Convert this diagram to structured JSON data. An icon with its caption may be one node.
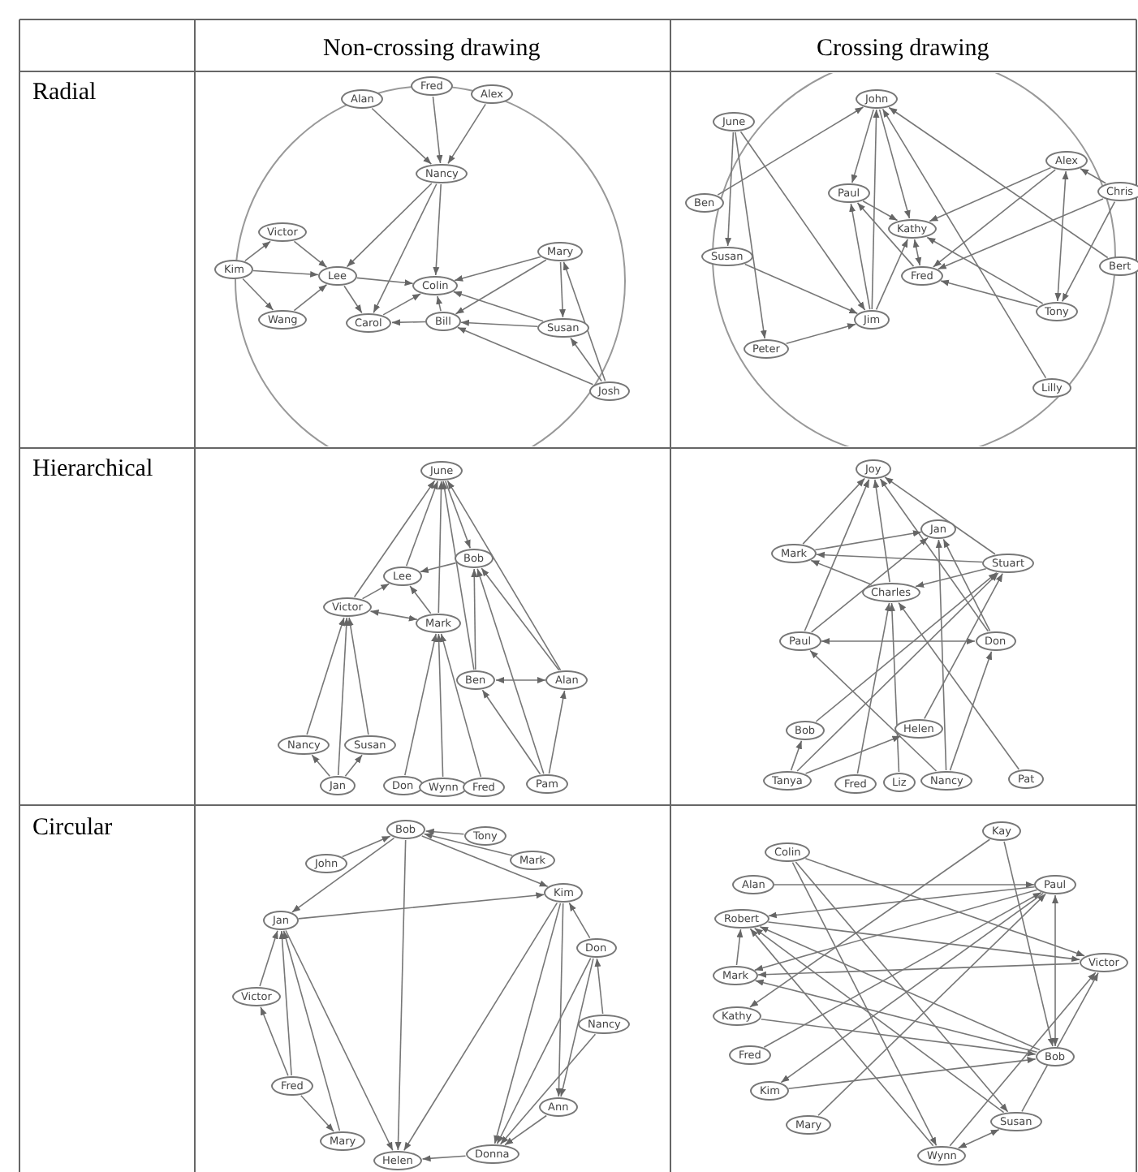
{
  "diagram": {
    "nodes": [
      {
        "text": [
          "Alan"
        ]
      },
      {
        "text": [
          "Fred"
        ]
      },
      {
        "text": [
          "Alex"
        ]
      },
      {
        "text": [
          "Nancy"
        ]
      },
      {
        "text": [
          "Victor"
        ]
      },
      {
        "text": [
          "Kim"
        ]
      },
      {
        "text": [
          "Lee"
        ]
      },
      {
        "text": [
          "Colin"
        ]
      },
      {
        "text": [
          "Mary"
        ]
      },
      {
        "text": [
          "Wang"
        ]
      },
      {
        "text": [
          "Carol"
        ]
      },
      {
        "text": [
          "Bill"
        ]
      },
      {
        "text": [
          "Susan"
        ]
      },
      {
        "text": [
          "Josh"
        ]
      },
      {
        "text": [
          "John"
        ]
      },
      {
        "text": [
          "June"
        ]
      },
      {
        "text": [
          "Alex"
        ]
      },
      {
        "text": [
          "Chris"
        ]
      },
      {
        "text": [
          "Paul"
        ]
      },
      {
        "text": [
          "Ben"
        ]
      },
      {
        "text": [
          "Kathy"
        ]
      },
      {
        "text": [
          "Susan"
        ]
      },
      {
        "text": [
          "Bert"
        ]
      },
      {
        "text": [
          "Fred"
        ]
      },
      {
        "text": [
          "Tony"
        ]
      },
      {
        "text": [
          "Jim"
        ]
      },
      {
        "text": [
          "Peter"
        ]
      },
      {
        "text": [
          "Lilly"
        ]
      },
      {
        "text": [
          "June"
        ]
      },
      {
        "text": [
          "Bob"
        ]
      },
      {
        "text": [
          "Lee"
        ]
      },
      {
        "text": [
          "Victor"
        ]
      },
      {
        "text": [
          "Mark"
        ]
      },
      {
        "text": [
          "Ben"
        ]
      },
      {
        "text": [
          "Alan"
        ]
      },
      {
        "text": [
          "Nancy"
        ]
      },
      {
        "text": [
          "Susan"
        ]
      },
      {
        "text": [
          "Jan"
        ]
      },
      {
        "text": [
          "Don"
        ]
      },
      {
        "text": [
          "Wynn"
        ]
      },
      {
        "text": [
          "Fred"
        ]
      },
      {
        "text": [
          "Pam"
        ]
      },
      {
        "text": [
          "Joy"
        ]
      },
      {
        "text": [
          "Jan"
        ]
      },
      {
        "text": [
          "Mark"
        ]
      },
      {
        "text": [
          "Stuart"
        ]
      },
      {
        "text": [
          "Charles"
        ]
      },
      {
        "text": [
          "Paul"
        ]
      },
      {
        "text": [
          "Don"
        ]
      },
      {
        "text": [
          "Bob"
        ]
      },
      {
        "text": [
          "Helen"
        ]
      },
      {
        "text": [
          "Tanya"
        ]
      },
      {
        "text": [
          "Fred"
        ]
      },
      {
        "text": [
          "Liz"
        ]
      },
      {
        "text": [
          "Nancy"
        ]
      },
      {
        "text": [
          "Pat"
        ]
      },
      {
        "text": [
          "Bob"
        ]
      },
      {
        "text": [
          "Tony"
        ]
      },
      {
        "text": [
          "Mark"
        ]
      },
      {
        "text": [
          "John"
        ]
      },
      {
        "text": [
          "Kim"
        ]
      },
      {
        "text": [
          "Jan"
        ]
      },
      {
        "text": [
          "Don"
        ]
      },
      {
        "text": [
          "Victor"
        ]
      },
      {
        "text": [
          "Nancy"
        ]
      },
      {
        "text": [
          "Fred"
        ]
      },
      {
        "text": [
          "Ann"
        ]
      },
      {
        "text": [
          "Mary"
        ]
      },
      {
        "text": [
          "Donna"
        ]
      },
      {
        "text": [
          "Helen"
        ]
      },
      {
        "text": [
          "Kay"
        ]
      },
      {
        "text": [
          "Colin"
        ]
      },
      {
        "text": [
          "Alan"
        ]
      },
      {
        "text": [
          "Paul"
        ]
      },
      {
        "text": [
          "Robert"
        ]
      },
      {
        "text": [
          "Victor"
        ]
      },
      {
        "text": [
          "Mark"
        ]
      },
      {
        "text": [
          "Kathy"
        ]
      },
      {
        "text": [
          "Fred"
        ]
      },
      {
        "text": [
          "Bob"
        ]
      },
      {
        "text": [
          "Kim"
        ]
      },
      {
        "text": [
          "Mary"
        ]
      },
      {
        "text": [
          "Susan"
        ]
      },
      {
        "text": [
          "Wynn"
        ]
      }
    ],
    "edges": [
      {
        "from": 0,
        "to": 3,
        "arrow": "to"
      },
      {
        "from": 1,
        "to": 3,
        "arrow": "to"
      },
      {
        "from": 2,
        "to": 3,
        "arrow": "to"
      },
      {
        "from": 3,
        "to": 6,
        "arrow": "to"
      },
      {
        "from": 3,
        "to": 10,
        "arrow": "to"
      },
      {
        "from": 3,
        "to": 7,
        "arrow": "to"
      },
      {
        "from": 5,
        "to": 4,
        "arrow": "to"
      },
      {
        "from": 5,
        "to": 6,
        "arrow": "to"
      },
      {
        "from": 5,
        "to": 9,
        "arrow": "to"
      },
      {
        "from": 4,
        "to": 6,
        "arrow": "to"
      },
      {
        "from": 9,
        "to": 6,
        "arrow": "to"
      },
      {
        "from": 6,
        "to": 7,
        "arrow": "to"
      },
      {
        "from": 6,
        "to": 10,
        "arrow": "to"
      },
      {
        "from": 10,
        "to": 7,
        "arrow": "to"
      },
      {
        "from": 11,
        "to": 10,
        "arrow": "to"
      },
      {
        "from": 11,
        "to": 7,
        "arrow": "to"
      },
      {
        "from": 8,
        "to": 7,
        "arrow": "to"
      },
      {
        "from": 8,
        "to": 11,
        "arrow": "to"
      },
      {
        "from": 8,
        "to": 12,
        "arrow": "to"
      },
      {
        "from": 12,
        "to": 7,
        "arrow": "to"
      },
      {
        "from": 12,
        "to": 11,
        "arrow": "to"
      },
      {
        "from": 13,
        "to": 11,
        "arrow": "to"
      },
      {
        "from": 13,
        "to": 12,
        "arrow": "to"
      },
      {
        "from": 13,
        "to": 8,
        "arrow": "to"
      },
      {
        "from": 19,
        "to": 14,
        "arrow": "to"
      },
      {
        "from": 15,
        "to": 21,
        "arrow": "to"
      },
      {
        "from": 15,
        "to": 26,
        "arrow": "to"
      },
      {
        "from": 15,
        "to": 25,
        "arrow": "to"
      },
      {
        "from": 21,
        "to": 25,
        "arrow": "to"
      },
      {
        "from": 26,
        "to": 25,
        "arrow": "to"
      },
      {
        "from": 14,
        "to": 18,
        "arrow": "to"
      },
      {
        "from": 25,
        "to": 14,
        "arrow": "to"
      },
      {
        "from": 14,
        "to": 20,
        "arrow": "to"
      },
      {
        "from": 27,
        "to": 14,
        "arrow": "to"
      },
      {
        "from": 22,
        "to": 14,
        "arrow": "to"
      },
      {
        "from": 25,
        "to": 18,
        "arrow": "to"
      },
      {
        "from": 25,
        "to": 20,
        "arrow": "to"
      },
      {
        "from": 18,
        "to": 20,
        "arrow": "to"
      },
      {
        "from": 23,
        "to": 18,
        "arrow": "to"
      },
      {
        "from": 20,
        "to": 23,
        "arrow": "both"
      },
      {
        "from": 16,
        "to": 20,
        "arrow": "to"
      },
      {
        "from": 16,
        "to": 23,
        "arrow": "to"
      },
      {
        "from": 16,
        "to": 24,
        "arrow": "both"
      },
      {
        "from": 17,
        "to": 16,
        "arrow": "to"
      },
      {
        "from": 17,
        "to": 23,
        "arrow": "to"
      },
      {
        "from": 17,
        "to": 24,
        "arrow": "to"
      },
      {
        "from": 24,
        "to": 23,
        "arrow": "to"
      },
      {
        "from": 24,
        "to": 20,
        "arrow": "to"
      },
      {
        "from": 31,
        "to": 28,
        "arrow": "to"
      },
      {
        "from": 30,
        "to": 28,
        "arrow": "to"
      },
      {
        "from": 32,
        "to": 28,
        "arrow": "to"
      },
      {
        "from": 33,
        "to": 28,
        "arrow": "to"
      },
      {
        "from": 34,
        "to": 28,
        "arrow": "to"
      },
      {
        "from": 28,
        "to": 29,
        "arrow": "to"
      },
      {
        "from": 29,
        "to": 30,
        "arrow": "to"
      },
      {
        "from": 32,
        "to": 30,
        "arrow": "to"
      },
      {
        "from": 31,
        "to": 30,
        "arrow": "to"
      },
      {
        "from": 31,
        "to": 32,
        "arrow": "both"
      },
      {
        "from": 33,
        "to": 29,
        "arrow": "to"
      },
      {
        "from": 41,
        "to": 29,
        "arrow": "to"
      },
      {
        "from": 34,
        "to": 29,
        "arrow": "to"
      },
      {
        "from": 33,
        "to": 34,
        "arrow": "both"
      },
      {
        "from": 41,
        "to": 33,
        "arrow": "to"
      },
      {
        "from": 41,
        "to": 34,
        "arrow": "to"
      },
      {
        "from": 35,
        "to": 31,
        "arrow": "to"
      },
      {
        "from": 37,
        "to": 31,
        "arrow": "to"
      },
      {
        "from": 36,
        "to": 31,
        "arrow": "to"
      },
      {
        "from": 37,
        "to": 35,
        "arrow": "to"
      },
      {
        "from": 37,
        "to": 36,
        "arrow": "to"
      },
      {
        "from": 38,
        "to": 32,
        "arrow": "to"
      },
      {
        "from": 39,
        "to": 32,
        "arrow": "to"
      },
      {
        "from": 40,
        "to": 32,
        "arrow": "to"
      },
      {
        "from": 44,
        "to": 42,
        "arrow": "to"
      },
      {
        "from": 47,
        "to": 42,
        "arrow": "to"
      },
      {
        "from": 46,
        "to": 42,
        "arrow": "to"
      },
      {
        "from": 48,
        "to": 42,
        "arrow": "to"
      },
      {
        "from": 45,
        "to": 42,
        "arrow": "to"
      },
      {
        "from": 44,
        "to": 43,
        "arrow": "to"
      },
      {
        "from": 45,
        "to": 44,
        "arrow": "to"
      },
      {
        "from": 46,
        "to": 44,
        "arrow": "to"
      },
      {
        "from": 47,
        "to": 43,
        "arrow": "to"
      },
      {
        "from": 54,
        "to": 43,
        "arrow": "to"
      },
      {
        "from": 48,
        "to": 43,
        "arrow": "to"
      },
      {
        "from": 45,
        "to": 46,
        "arrow": "to"
      },
      {
        "from": 48,
        "to": 47,
        "arrow": "both"
      },
      {
        "from": 54,
        "to": 47,
        "arrow": "to"
      },
      {
        "from": 51,
        "to": 45,
        "arrow": "to"
      },
      {
        "from": 49,
        "to": 45,
        "arrow": "to"
      },
      {
        "from": 50,
        "to": 45,
        "arrow": "to"
      },
      {
        "from": 54,
        "to": 48,
        "arrow": "to"
      },
      {
        "from": 52,
        "to": 46,
        "arrow": "to"
      },
      {
        "from": 53,
        "to": 46,
        "arrow": "to"
      },
      {
        "from": 55,
        "to": 46,
        "arrow": "to"
      },
      {
        "from": 51,
        "to": 49,
        "arrow": "to"
      },
      {
        "from": 51,
        "to": 50,
        "arrow": "to"
      },
      {
        "from": 59,
        "to": 56,
        "arrow": "to"
      },
      {
        "from": 57,
        "to": 56,
        "arrow": "to"
      },
      {
        "from": 58,
        "to": 56,
        "arrow": "to"
      },
      {
        "from": 56,
        "to": 60,
        "arrow": "to"
      },
      {
        "from": 56,
        "to": 61,
        "arrow": "to"
      },
      {
        "from": 56,
        "to": 69,
        "arrow": "to"
      },
      {
        "from": 61,
        "to": 60,
        "arrow": "to"
      },
      {
        "from": 63,
        "to": 61,
        "arrow": "to"
      },
      {
        "from": 65,
        "to": 61,
        "arrow": "to"
      },
      {
        "from": 67,
        "to": 61,
        "arrow": "to"
      },
      {
        "from": 61,
        "to": 69,
        "arrow": "to"
      },
      {
        "from": 65,
        "to": 63,
        "arrow": "to"
      },
      {
        "from": 65,
        "to": 67,
        "arrow": "to"
      },
      {
        "from": 60,
        "to": 69,
        "arrow": "to"
      },
      {
        "from": 60,
        "to": 68,
        "arrow": "to"
      },
      {
        "from": 60,
        "to": 66,
        "arrow": "to"
      },
      {
        "from": 62,
        "to": 60,
        "arrow": "to"
      },
      {
        "from": 62,
        "to": 68,
        "arrow": "to"
      },
      {
        "from": 62,
        "to": 66,
        "arrow": "to"
      },
      {
        "from": 64,
        "to": 62,
        "arrow": "to"
      },
      {
        "from": 64,
        "to": 68,
        "arrow": "to"
      },
      {
        "from": 66,
        "to": 68,
        "arrow": "to"
      },
      {
        "from": 68,
        "to": 69,
        "arrow": "to"
      },
      {
        "from": 72,
        "to": 73,
        "arrow": "to"
      },
      {
        "from": 73,
        "to": 74,
        "arrow": "to"
      },
      {
        "from": 73,
        "to": 76,
        "arrow": "to"
      },
      {
        "from": 78,
        "to": 73,
        "arrow": "to"
      },
      {
        "from": 81,
        "to": 73,
        "arrow": "to"
      },
      {
        "from": 73,
        "to": 80,
        "arrow": "to"
      },
      {
        "from": 70,
        "to": 77,
        "arrow": "to"
      },
      {
        "from": 70,
        "to": 79,
        "arrow": "to"
      },
      {
        "from": 76,
        "to": 74,
        "arrow": "to"
      },
      {
        "from": 71,
        "to": 75,
        "arrow": "to"
      },
      {
        "from": 71,
        "to": 83,
        "arrow": "to"
      },
      {
        "from": 71,
        "to": 82,
        "arrow": "to"
      },
      {
        "from": 74,
        "to": 75,
        "arrow": "to"
      },
      {
        "from": 75,
        "to": 76,
        "arrow": "to"
      },
      {
        "from": 79,
        "to": 74,
        "arrow": "to"
      },
      {
        "from": 79,
        "to": 76,
        "arrow": "to"
      },
      {
        "from": 77,
        "to": 79,
        "arrow": "to"
      },
      {
        "from": 80,
        "to": 79,
        "arrow": "to"
      },
      {
        "from": 82,
        "to": 74,
        "arrow": "to"
      },
      {
        "from": 83,
        "to": 74,
        "arrow": "to"
      },
      {
        "from": 83,
        "to": 82,
        "arrow": "both"
      },
      {
        "from": 82,
        "to": 75,
        "arrow": "to"
      },
      {
        "from": 83,
        "to": 75,
        "arrow": "to"
      },
      {
        "from": 73,
        "to": 79,
        "arrow": "both"
      }
    ],
    "labels": [
      "Non-crossing drawing",
      "Crossing drawing",
      "Radial",
      "Hierarchical",
      "Circular"
    ]
  }
}
